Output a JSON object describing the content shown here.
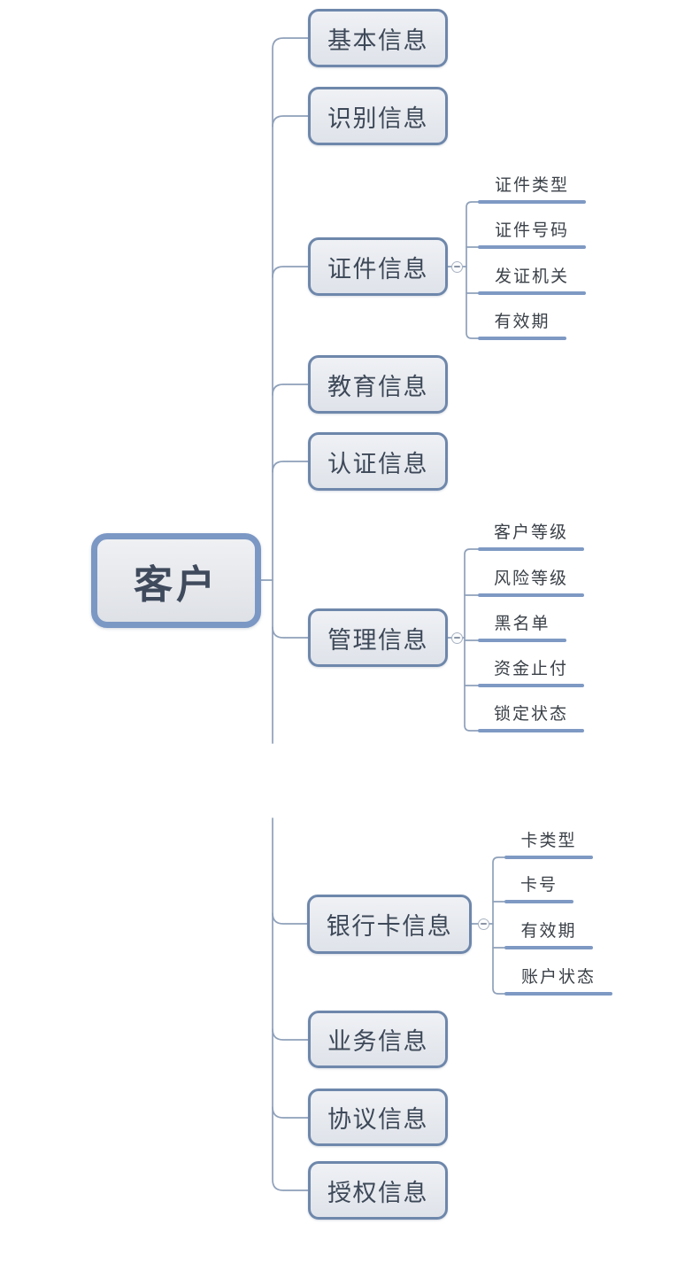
{
  "diagram": {
    "type": "mindmap",
    "root": {
      "label": "客户"
    },
    "branches": [
      {
        "label": "基本信息",
        "children": []
      },
      {
        "label": "识别信息",
        "children": []
      },
      {
        "label": "证件信息",
        "collapsed": false,
        "children": [
          {
            "label": "证件类型"
          },
          {
            "label": "证件号码"
          },
          {
            "label": "发证机关"
          },
          {
            "label": "有效期"
          }
        ]
      },
      {
        "label": "教育信息",
        "children": []
      },
      {
        "label": "认证信息",
        "children": []
      },
      {
        "label": "管理信息",
        "collapsed": false,
        "children": [
          {
            "label": "客户等级"
          },
          {
            "label": "风险等级"
          },
          {
            "label": "黑名单"
          },
          {
            "label": "资金止付"
          },
          {
            "label": "锁定状态"
          }
        ]
      },
      {
        "label": "银行卡信息",
        "collapsed": false,
        "children": [
          {
            "label": "卡类型"
          },
          {
            "label": "卡号"
          },
          {
            "label": "有效期"
          },
          {
            "label": "账户状态"
          }
        ]
      },
      {
        "label": "业务信息",
        "children": []
      },
      {
        "label": "协议信息",
        "children": []
      },
      {
        "label": "授权信息",
        "children": []
      }
    ],
    "colors": {
      "root_border": "#7b97c4",
      "topic_border": "#6e87ab",
      "node_fill": "#e7eaef",
      "leaf_line": "#7e99c3",
      "connector_line": "#8fa0ba",
      "text": "#3d4858",
      "background": "#ffffff"
    }
  }
}
